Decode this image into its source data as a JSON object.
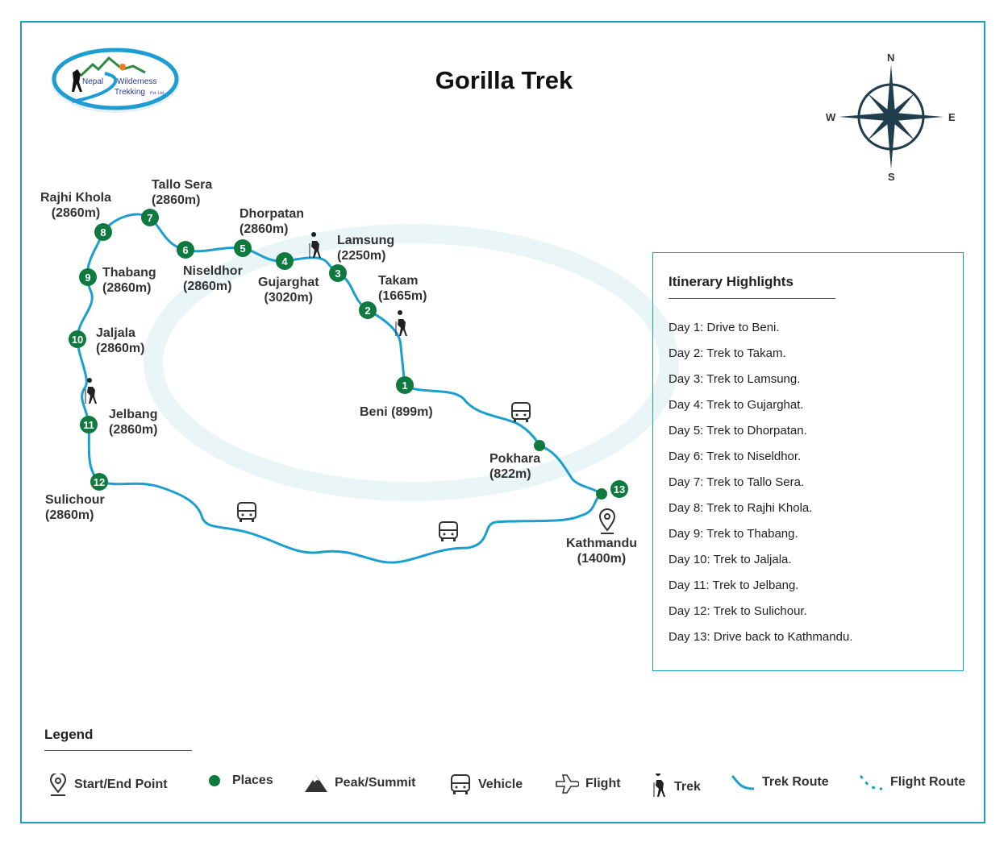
{
  "title": "Gorilla Trek",
  "logo": {
    "line1": "Nepal",
    "line2": "Wilderness",
    "line3": "Trekking",
    "line4": "Pvt. Ltd."
  },
  "compass": {
    "n": "N",
    "s": "S",
    "e": "E",
    "w": "W"
  },
  "places": [
    {
      "num": "1",
      "name": "Beni (899m)"
    },
    {
      "num": "2",
      "name": "Takam",
      "alt": "(1665m)"
    },
    {
      "num": "3",
      "name": "Lamsung",
      "alt": "(2250m)"
    },
    {
      "num": "4",
      "name": "Gujarghat",
      "alt": "(3020m)"
    },
    {
      "num": "5",
      "name": "Dhorpatan",
      "alt": "(2860m)"
    },
    {
      "num": "6",
      "name": "Niseldhor",
      "alt": "(2860m)"
    },
    {
      "num": "7",
      "name": "Tallo Sera",
      "alt": "(2860m)"
    },
    {
      "num": "8",
      "name": "Rajhi Khola",
      "alt": "(2860m)"
    },
    {
      "num": "9",
      "name": "Thabang",
      "alt": "(2860m)"
    },
    {
      "num": "10",
      "name": "Jaljala",
      "alt": "(2860m)"
    },
    {
      "num": "11",
      "name": "Jelbang",
      "alt": "(2860m)"
    },
    {
      "num": "12",
      "name": "Sulichour",
      "alt": "(2860m)"
    },
    {
      "num": "13",
      "name": "Kathmandu",
      "alt": "(1400m)"
    }
  ],
  "pokhara": {
    "name": "Pokhara",
    "alt": "(822m)"
  },
  "itinerary": {
    "title": "Itinerary Highlights",
    "days": [
      "Day 1: Drive to Beni.",
      "Day 2: Trek to Takam.",
      "Day 3: Trek to Lamsung.",
      "Day 4: Trek to Gujarghat.",
      "Day 5: Trek to Dhorpatan.",
      "Day 6: Trek to Niseldhor.",
      "Day 7: Trek to Tallo Sera.",
      "Day 8: Trek to Rajhi Khola.",
      "Day 9: Trek to Thabang.",
      "Day 10: Trek to Jaljala.",
      "Day 11: Trek to Jelbang.",
      "Day 12: Trek to Sulichour.",
      "Day 13: Drive back to Kathmandu."
    ]
  },
  "legend": {
    "title": "Legend",
    "items": [
      "Start/End Point",
      "Places",
      "Peak/Summit",
      "Vehicle",
      "Flight",
      "Trek",
      "Trek Route",
      "Flight Route"
    ]
  },
  "colors": {
    "route": "#1a9fcf",
    "marker": "#0f7a3f",
    "border": "#1e9cc4"
  }
}
